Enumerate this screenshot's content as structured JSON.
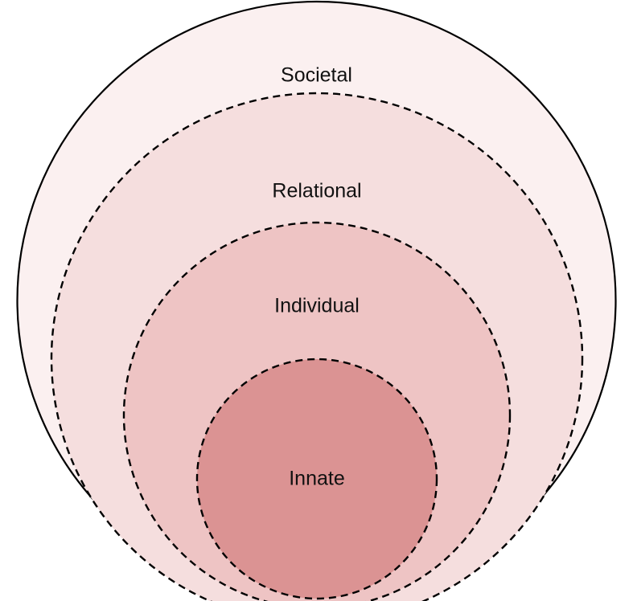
{
  "diagram": {
    "layers": [
      {
        "label": "Societal",
        "fill": "#fbf0f0",
        "stroke": "#000000",
        "border": "solid"
      },
      {
        "label": "Relational",
        "fill": "#f5dede",
        "stroke": "#000000",
        "border": "dashed"
      },
      {
        "label": "Individual",
        "fill": "#eec4c4",
        "stroke": "#000000",
        "border": "dashed"
      },
      {
        "label": "Innate",
        "fill": "#db9393",
        "stroke": "#000000",
        "border": "dashed"
      }
    ]
  }
}
